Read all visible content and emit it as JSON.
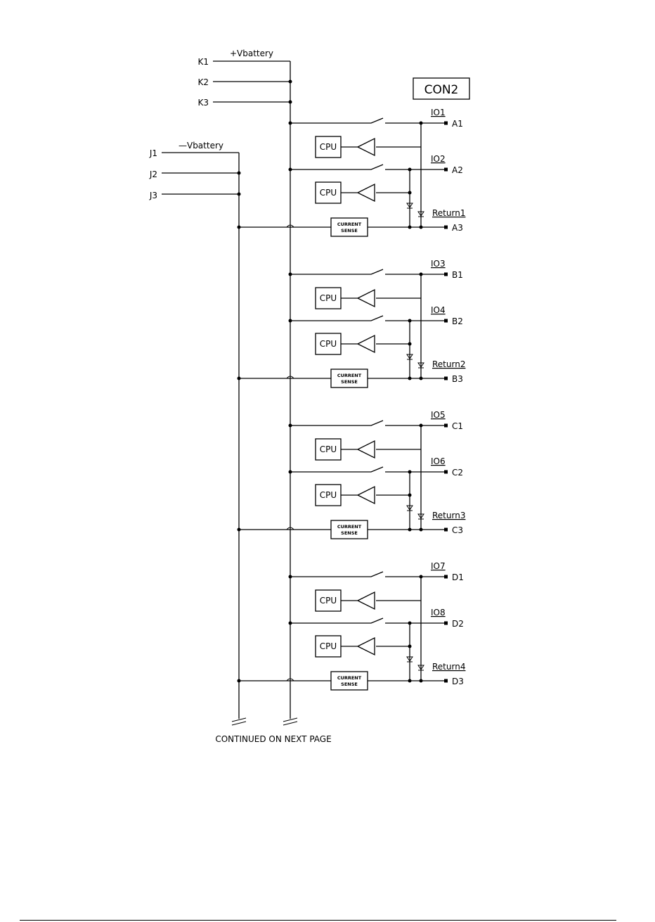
{
  "connector": "CON2",
  "supplies": {
    "positive": {
      "name": "+Vbattery",
      "pins": [
        "K1",
        "K2",
        "K3"
      ]
    },
    "negative": {
      "name": "—Vbattery",
      "pins": [
        "J1",
        "J2",
        "J3"
      ]
    }
  },
  "channel_groups": [
    {
      "io_top": "IO1",
      "io_bottom": "IO2",
      "pins": [
        "A1",
        "A2",
        "A3"
      ],
      "return": "Return1"
    },
    {
      "io_top": "IO3",
      "io_bottom": "IO4",
      "pins": [
        "B1",
        "B2",
        "B3"
      ],
      "return": "Return2"
    },
    {
      "io_top": "IO5",
      "io_bottom": "IO6",
      "pins": [
        "C1",
        "C2",
        "C3"
      ],
      "return": "Return3"
    },
    {
      "io_top": "IO7",
      "io_bottom": "IO8",
      "pins": [
        "D1",
        "D2",
        "D3"
      ],
      "return": "Return4"
    }
  ],
  "component_labels": {
    "cpu": "CPU",
    "current_sense_line1": "CURRENT",
    "current_sense_line2": "SENSE"
  },
  "footer_note": "CONTINUED ON NEXT PAGE"
}
